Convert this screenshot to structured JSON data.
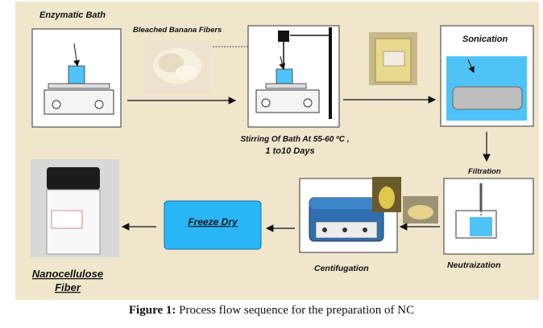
{
  "labels": {
    "enzymatic_bath": "Enzymatic Bath",
    "bleached_fibers": "Bleached Banana Fibers",
    "stirring_line1": "Stirring Of Bath At 55-60 ºC ,",
    "stirring_line2": "1 to10 Days",
    "sonication": "Sonication",
    "filtration": "Filtration",
    "neutralization": "Neutraization",
    "centrifugation": "Centifugation",
    "freeze_dry": "Freeze Dry",
    "nanocellulose_line1": "Nanocellulose",
    "nanocellulose_line2": "Fiber"
  },
  "caption": {
    "prefix": "Figure 1:",
    "text": " Process flow sequence for the preparation of NC"
  },
  "colors": {
    "panel_bg": "#efe6cc",
    "box_bg": "#ffffff",
    "liquid": "#4fc3f7",
    "freeze_box": "#29b6f6"
  }
}
